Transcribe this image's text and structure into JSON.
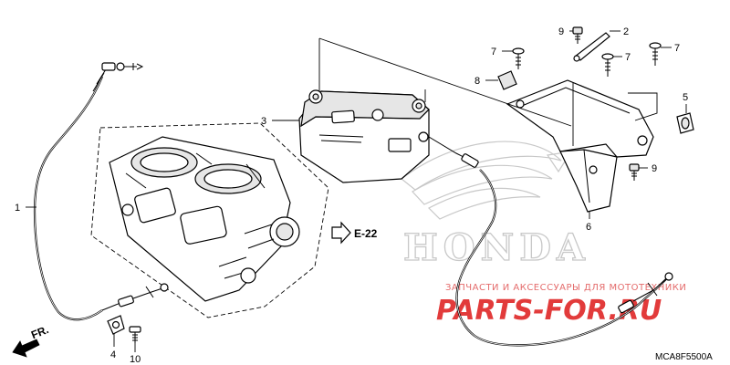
{
  "callouts": {
    "c1": "1",
    "c2": "2",
    "c3": "3",
    "c4": "4",
    "c5": "5",
    "c6": "6",
    "c7a": "7",
    "c7b": "7",
    "c7c": "7",
    "c8": "8",
    "c9a": "9",
    "c9b": "9",
    "c10": "10"
  },
  "ref_label": "E-22",
  "direction_label": "FR.",
  "diagram_code": "MCA8F5500A",
  "brand_watermark": "HONDA",
  "shop_watermark": {
    "tagline": "ЗАПЧАСТИ И АКСЕССУАРЫ ДЛЯ МОТОТЕХНИКИ",
    "site": "PARTS-FOR.RU"
  },
  "colors": {
    "line": "#000000",
    "watermark_red": "#e23b3b",
    "watermark_gray": "#c8c8c8"
  }
}
